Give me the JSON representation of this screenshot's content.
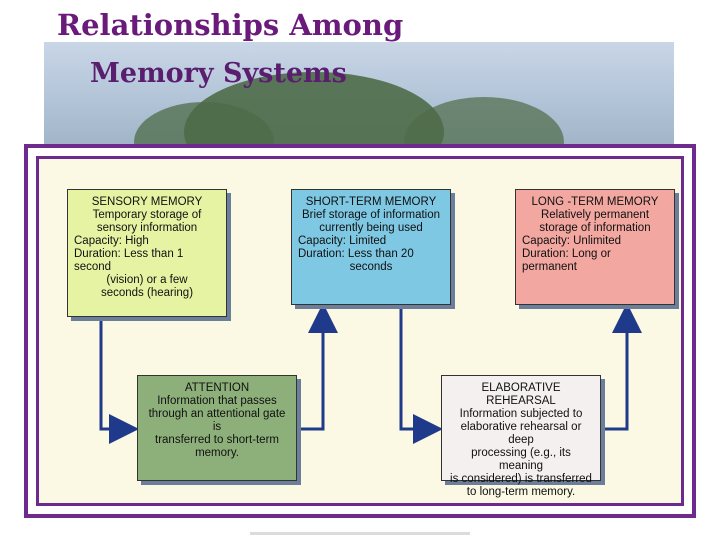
{
  "title": {
    "line1": "Relationships Among",
    "line2": "Memory Systems"
  },
  "diagram": {
    "sensory": {
      "heading": "SENSORY MEMORY",
      "lines": [
        "Temporary storage of",
        "sensory information"
      ],
      "capacity": "Capacity: High",
      "duration": [
        "Duration:  Less than 1 second",
        "(vision) or a few",
        "seconds (hearing)"
      ]
    },
    "short_term": {
      "heading": "SHORT-TERM MEMORY",
      "lines": [
        "Brief storage of information",
        "currently being used"
      ],
      "capacity": "Capacity: Limited",
      "duration": [
        "Duration:  Less than 20",
        "seconds"
      ]
    },
    "long_term": {
      "heading": "LONG -TERM MEMORY",
      "lines": [
        "Relatively permanent",
        "storage of information"
      ],
      "capacity": "Capacity: Unlimited",
      "duration": [
        "Duration:  Long or permanent"
      ]
    },
    "attention": {
      "heading": "ATTENTION",
      "lines": [
        "Information that passes",
        "through an attentional gate is",
        "transferred to short-term",
        "memory."
      ]
    },
    "elaborative": {
      "heading": "ELABORATIVE REHEARSAL",
      "lines": [
        "Information subjected to",
        "elaborative rehearsal or deep",
        "processing (e.g., its meaning",
        "is considered) is transferred",
        "to long-term memory."
      ]
    },
    "colors": {
      "sensory": "#e6f3a3",
      "short_term": "#7ec8e3",
      "long_term": "#f2a7a0",
      "attention": "#8db07a",
      "elaborative": "#f5f0f0",
      "border": "#6e2a8c",
      "arrow": "#1f3a8a"
    }
  }
}
